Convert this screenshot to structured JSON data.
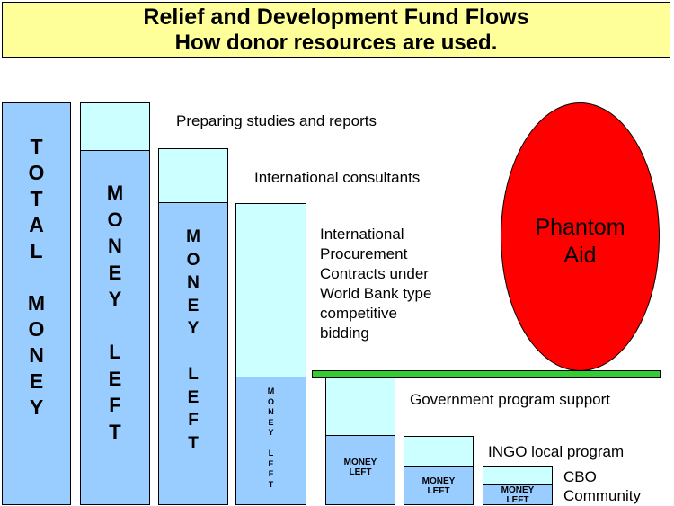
{
  "title": {
    "line1": "Relief and Development Fund Flows",
    "line2": "How donor resources are used."
  },
  "columns": {
    "total": "T\nO\nT\nA\nL\n\nM\nO\nN\nE\nY",
    "col2_money_left": "M\nO\nN\nE\nY\n\nL\nE\nF\nT",
    "col3_money_left": "M\nO\nN\nE\nY\n\nL\nE\nF\nT",
    "col4_money_left": "M\nO\nN\nE\nY\n\nL\nE\nF\nT",
    "col5_money_left": "MONEY\nLEFT",
    "col6_money_left": "MONEY\nLEFT",
    "col7_money_left": "MONEY\nLEFT"
  },
  "labels": {
    "studies": "Preparing studies  and reports",
    "consultants": "International consultants",
    "procurement": "International\nProcurement\nContracts under\nWorld Bank type\ncompetitive\nbidding",
    "government": "Government program support",
    "ingo": "INGO local program",
    "cbo": "CBO\nCommunity"
  },
  "phantom": "Phantom\nAid",
  "colors": {
    "title_bg": "#ffff99",
    "money_left": "#99ccff",
    "spent": "#ccffff",
    "phantom_aid": "#ff0000",
    "ground": "#33cc33"
  }
}
